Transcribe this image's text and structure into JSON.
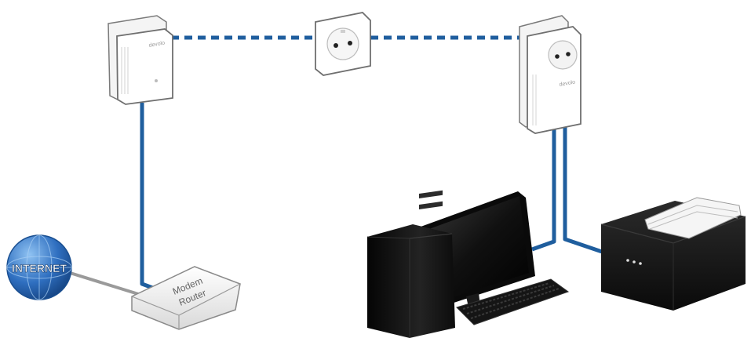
{
  "labels": {
    "internet": "INTERNET",
    "modem_line1": "Modem",
    "modem_line2": "Router"
  },
  "colors": {
    "cable": "#1f5e9e",
    "powerline_dash": "#1f5e9e",
    "adapter_body": "#ffffff",
    "adapter_outline": "#7a7a7a",
    "globe": "#2f6fc0",
    "device_dark": "#141414",
    "gray_cable": "#9a9a9a"
  },
  "icons": [
    "globe-icon",
    "powerline-adapter-icon",
    "wall-socket-icon",
    "modem-router-icon",
    "desktop-computer-icon",
    "monitor-icon",
    "keyboard-icon",
    "printer-icon"
  ]
}
